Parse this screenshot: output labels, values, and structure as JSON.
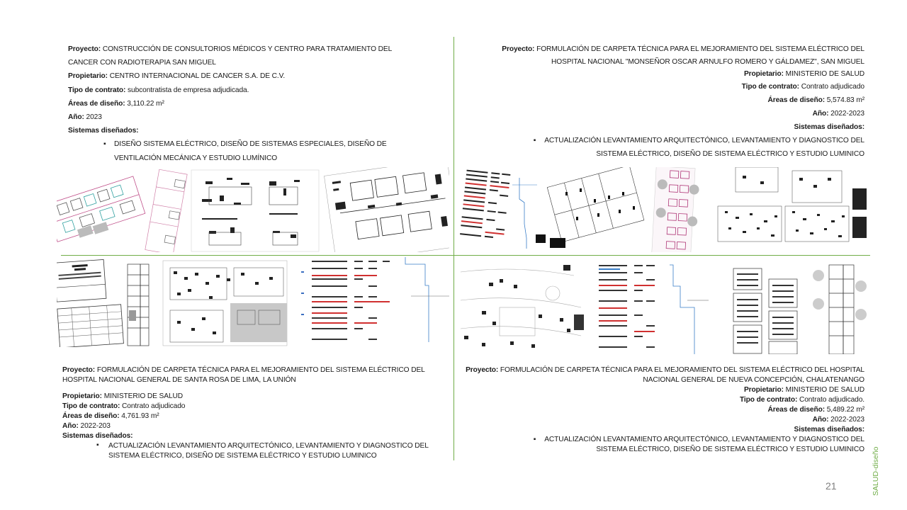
{
  "page": {
    "number": "21",
    "side_label": "SALUD-diseño",
    "accent_color": "#70AD47"
  },
  "projects": [
    {
      "position": "top-left",
      "proyecto_label": "Proyecto:",
      "proyecto_line1": " CONSTRUCCIÓN DE CONSULTORIOS MÉDICOS Y CENTRO PARA TRATAMIENTO DEL",
      "proyecto_line2": "CANCER CON RADIOTERAPIA SAN MIGUEL",
      "propietario_label": "Propietario:",
      "propietario": " CENTRO INTERNACIONAL DE CANCER S.A. DE C.V.",
      "contrato_label": "Tipo de contrato:",
      "contrato": " subcontratista de empresa adjudicada.",
      "areas_label": "Áreas de diseño:",
      "areas": " 3,110.22 m²",
      "anio_label": "Año:",
      "anio": " 2023",
      "sistemas_label": "Sistemas diseñados:",
      "sistemas_line1": "DISEÑO SISTEMA ELÉCTRICO, DISEÑO DE SISTEMAS ESPECIALES, DISEÑO DE",
      "sistemas_line2": "VENTILACIÓN MECÁNICA Y ESTUDIO LUMÍNICO",
      "bullet": "▪"
    },
    {
      "position": "top-right",
      "proyecto_label": "Proyecto:",
      "proyecto_line1": " FORMULACIÓN DE CARPETA TÉCNICA PARA EL MEJORAMIENTO DEL SISTEMA ELÉCTRICO DEL",
      "proyecto_line2": "HOSPITAL NACIONAL \"MONSEÑOR OSCAR ARNULFO ROMERO Y GÁLDAMEZ\", SAN MIGUEL",
      "propietario_label": "Propietario:",
      "propietario": " MINISTERIO DE SALUD",
      "contrato_label": "Tipo de contrato:",
      "contrato": " Contrato adjudicado",
      "areas_label": "Áreas de diseño:",
      "areas": " 5,574.83 m²",
      "anio_label": "Año:",
      "anio": " 2022-2023",
      "sistemas_label": "Sistemas diseñados:",
      "sistemas_line1": "ACTUALIZACIÓN LEVANTAMIENTO ARQUITECTÓNICO, LEVANTAMIENTO Y DIAGNOSTICO DEL",
      "sistemas_line2": "SISTEMA ELÉCTRICO, DISEÑO DE SISTEMA ELÉCTRICO Y ESTUDIO LUMINICO",
      "bullet": "▪"
    },
    {
      "position": "bottom-left",
      "proyecto_label": "Proyecto:",
      "proyecto_line1": " FORMULACIÓN DE CARPETA TÉCNICA PARA EL MEJORAMIENTO DEL SISTEMA ELÉCTRICO DEL",
      "proyecto_line2": "HOSPITAL NACIONAL GENERAL DE SANTA ROSA DE LIMA, LA UNIÓN",
      "propietario_label": "Propietario:",
      "propietario": " MINISTERIO DE SALUD",
      "contrato_label": "Tipo de contrato:",
      "contrato": " Contrato adjudicado",
      "areas_label": "Áreas de diseño:",
      "areas": " 4,761.93 m²",
      "anio_label": "Año:",
      "anio": " 2022-203",
      "sistemas_label": "Sistemas diseñados:",
      "sistemas_line1": "ACTUALIZACIÓN LEVANTAMIENTO ARQUITECTÓNICO, LEVANTAMIENTO Y DIAGNOSTICO DEL",
      "sistemas_line2": "SISTEMA ELÉCTRICO, DISEÑO DE SISTEMA ELÉCTRICO Y ESTUDIO LUMINICO",
      "bullet": "▪"
    },
    {
      "position": "bottom-right",
      "proyecto_label": "Proyecto:",
      "proyecto_line1": " FORMULACIÓN DE CARPETA TÉCNICA PARA EL MEJORAMIENTO DEL SISTEMA ELÉCTRICO DEL HOSPITAL",
      "proyecto_line2": "NACIONAL GENERAL DE NUEVA CONCEPCIÓN, CHALATENANGO",
      "propietario_label": "Propietario:",
      "propietario": " MINISTERIO DE SALUD",
      "contrato_label": "Tipo de contrato:",
      "contrato": " Contrato adjudicado.",
      "areas_label": "Áreas de diseño:",
      "areas": " 5,489.22 m²",
      "anio_label": "Año:",
      "anio": " 2022-2023",
      "sistemas_label": "Sistemas diseñados:",
      "sistemas_line1": "ACTUALIZACIÓN LEVANTAMIENTO ARQUITECTÓNICO, LEVANTAMIENTO Y DIAGNOSTICO DEL",
      "sistemas_line2": "SISTEMA ELÉCTRICO, DISEÑO DE SISTEMA ELÉCTRICO Y ESTUDIO LUMINICO",
      "bullet": "▪"
    }
  ],
  "images": [
    {
      "position": "top-left",
      "description": "blueprint-collage-electrical-plans"
    },
    {
      "position": "top-right",
      "description": "blueprint-collage-hospital-san-miguel"
    },
    {
      "position": "bottom-left",
      "description": "blueprint-collage-santa-rosa-de-lima"
    },
    {
      "position": "bottom-right",
      "description": "blueprint-collage-nueva-concepcion"
    }
  ]
}
